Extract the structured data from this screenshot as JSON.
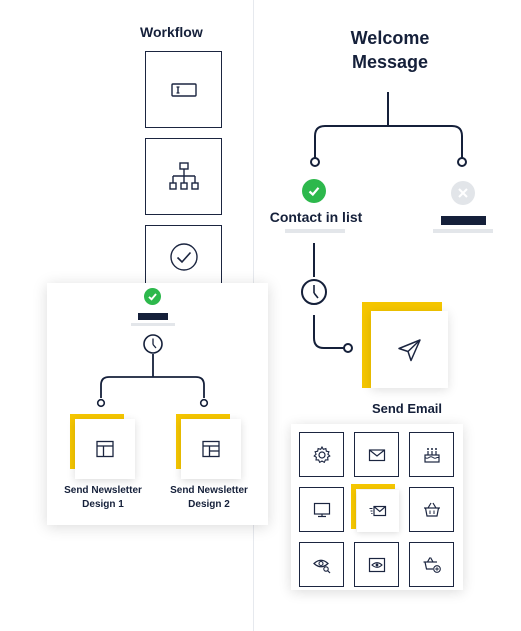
{
  "workflow": {
    "title": "Workflow",
    "items": [
      {
        "icon": "text-field-icon"
      },
      {
        "icon": "hierarchy-icon"
      },
      {
        "icon": "check-circle-icon"
      }
    ]
  },
  "welcome": {
    "title_line1": "Welcome",
    "title_line2": "Message",
    "yes_branch_label": "Contact in list",
    "yes_icon": "green-check-icon",
    "no_icon": "grey-x-icon",
    "delay_icon": "clock-icon"
  },
  "send_email": {
    "label": "Send Email",
    "icon": "paper-plane-icon"
  },
  "icon_grid": {
    "icons": [
      "gear-icon",
      "envelope-icon",
      "cake-icon",
      "monitor-icon",
      "fast-mail-icon",
      "basket-icon",
      "eye-search-icon",
      "eye-screen-icon",
      "basket-add-icon"
    ]
  },
  "newsletter": {
    "designs": [
      {
        "line1": "Send Newsletter",
        "line2": "Design 1"
      },
      {
        "line1": "Send Newsletter",
        "line2": "Design 2"
      }
    ]
  },
  "colors": {
    "navy": "#15203a",
    "accent_yellow": "#f5c600",
    "success_green": "#2db84c",
    "inactive_grey": "#e2e5e9"
  }
}
